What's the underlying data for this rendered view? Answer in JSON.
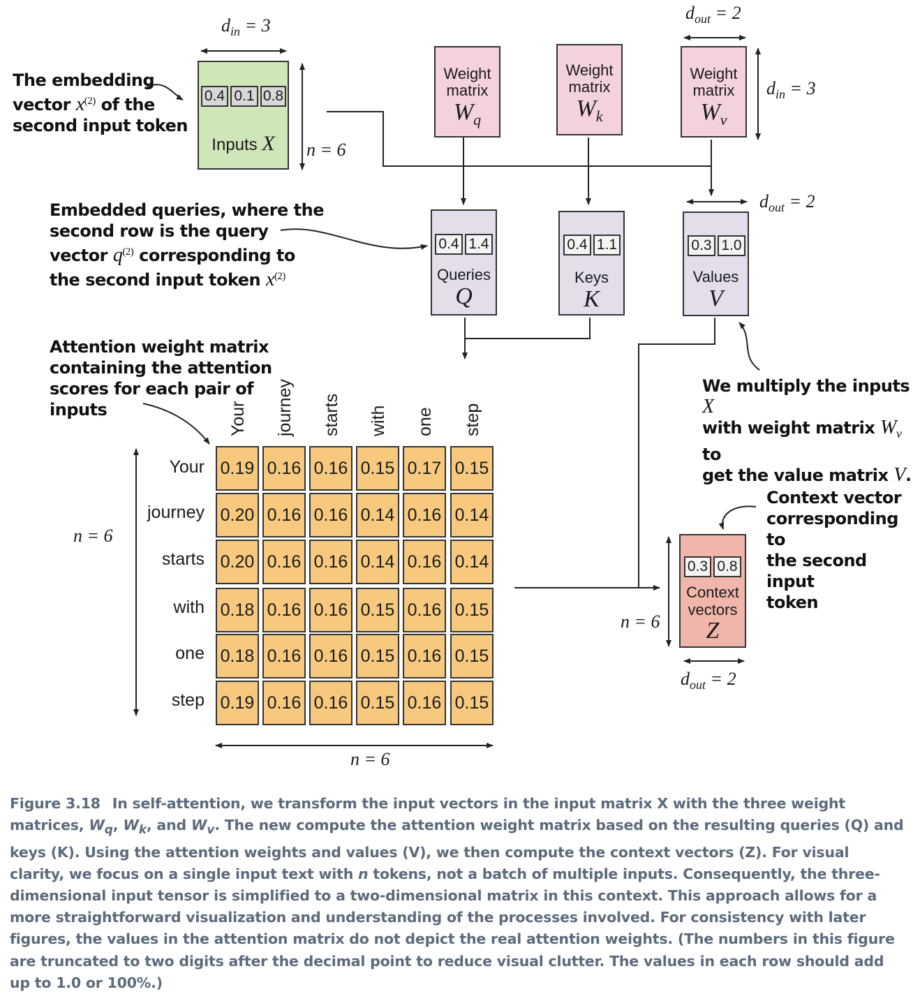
{
  "dimensions": {
    "din_top": "3",
    "dout_top": "2",
    "din_right": "3",
    "n_inputs": "6",
    "dout_values": "2",
    "n_attn_left": "6",
    "n_attn_bottom": "6",
    "n_context": "6",
    "dout_context": "2"
  },
  "inputs": {
    "cells": [
      "0.4",
      "0.1",
      "0.8"
    ],
    "label": "Inputs",
    "symbol": "X"
  },
  "weights": [
    {
      "line1": "Weight",
      "line2": "matrix",
      "symbol": "W",
      "sub": "q"
    },
    {
      "line1": "Weight",
      "line2": "matrix",
      "symbol": "W",
      "sub": "k"
    },
    {
      "line1": "Weight",
      "line2": "matrix",
      "symbol": "W",
      "sub": "v"
    }
  ],
  "queries": {
    "cells": [
      "0.4",
      "1.4"
    ],
    "label": "Queries",
    "symbol": "Q"
  },
  "keys": {
    "cells": [
      "0.4",
      "1.1"
    ],
    "label": "Keys",
    "symbol": "K"
  },
  "values": {
    "cells": [
      "0.3",
      "1.0"
    ],
    "label": "Values",
    "symbol": "V"
  },
  "context": {
    "cells": [
      "0.3",
      "0.8"
    ],
    "label1": "Context",
    "label2": "vectors",
    "symbol": "Z"
  },
  "attention": {
    "tokens": [
      "Your",
      "journey",
      "starts",
      "with",
      "one",
      "step"
    ],
    "matrix": [
      [
        "0.19",
        "0.16",
        "0.16",
        "0.15",
        "0.17",
        "0.15"
      ],
      [
        "0.20",
        "0.16",
        "0.16",
        "0.14",
        "0.16",
        "0.14"
      ],
      [
        "0.20",
        "0.16",
        "0.16",
        "0.14",
        "0.16",
        "0.14"
      ],
      [
        "0.18",
        "0.16",
        "0.16",
        "0.15",
        "0.16",
        "0.15"
      ],
      [
        "0.18",
        "0.16",
        "0.16",
        "0.15",
        "0.16",
        "0.15"
      ],
      [
        "0.19",
        "0.16",
        "0.16",
        "0.15",
        "0.16",
        "0.15"
      ]
    ]
  },
  "annotations": {
    "embedding": {
      "l1": "The embedding",
      "l2a": "vector",
      "l2sym": "x",
      "l2sup": "(2)",
      "l2b": "of the",
      "l3": "second input token"
    },
    "queries": {
      "l1": "Embedded queries, where the",
      "l2": "second row is the query",
      "l3a": "vector",
      "l3sym": "q",
      "l3sup": "(2)",
      "l3b": "corresponding to",
      "l4a": "the second input token",
      "l4sym": "x",
      "l4sup": "(2)"
    },
    "attention": {
      "l1": "Attention weight matrix",
      "l2": "containing the attention",
      "l3": "scores for each pair of",
      "l4": "inputs"
    },
    "values": {
      "l1a": "We multiply the inputs",
      "l1sym": "X",
      "l2a": "with weight matrix",
      "l2sym": "W",
      "l2sub": "v",
      "l2b": "to",
      "l3a": "get the value matrix",
      "l3sym": "V",
      "l3b": "."
    },
    "context": {
      "l1": "Context vector",
      "l2": "corresponding to",
      "l3": "the second input",
      "l4": "token"
    }
  },
  "caption": {
    "figure": "Figure 3.18",
    "text_html": "In self-attention, we transform the input vectors in the input matrix X with the three weight matrices, <i>W<sub>q</sub></i>, <i>W<sub>k</sub></i>, and <i>W<sub>v</sub></i>. The new compute the attention weight matrix based on the resulting queries (Q) and keys (K). Using the attention weights and values (V), we then compute the context vectors (Z). For visual clarity, we focus on a single input text with <i>n</i> tokens, not a batch of multiple inputs. Consequently, the three-dimensional input tensor is simplified to a two-dimensional matrix in this context. This approach allows for a more straightforward visualization and understanding of the processes involved. For consistency with later figures, the values in the attention matrix do not depict the real attention weights. (The numbers in this figure are truncated to two digits after the decimal point to reduce visual clutter. The values in each row should add up to 1.0 or 100%.)"
  }
}
